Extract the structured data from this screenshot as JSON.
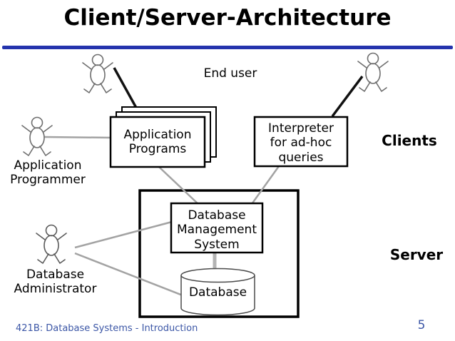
{
  "slide": {
    "title": "Client/Server-Architecture",
    "footer": "421B: Database Systems - Introduction",
    "page_number": "5",
    "colors": {
      "title_text": "#000000",
      "divider_blue": "#2433ad",
      "footer_blue": "#3b56a6",
      "connector_gray": "#a3a3a3",
      "connector_black": "#111111",
      "figure_gray": "#6e6e6e",
      "box_border": "#000000",
      "box_fill": "#ffffff"
    }
  },
  "diagram": {
    "actors": {
      "end_user": {
        "label": "End user"
      },
      "application_programmer": {
        "label": "Application\nProgrammer"
      },
      "database_administrator": {
        "label": "Database\nAdministrator"
      }
    },
    "nodes": {
      "application_programs": {
        "label": "Application\nPrograms",
        "shape": "stacked-rectangles"
      },
      "interpreter": {
        "label": "Interpreter\nfor ad-hoc\nqueries",
        "shape": "rectangle"
      },
      "dbms": {
        "label": "Database\nManagement\nSystem",
        "shape": "rectangle"
      },
      "database": {
        "label": "Database",
        "shape": "cylinder"
      }
    },
    "regions": {
      "clients": {
        "label": "Clients"
      },
      "server": {
        "label": "Server"
      }
    },
    "icons": [
      "end-user-left-person-icon",
      "end-user-right-person-icon",
      "application-programmer-person-icon",
      "database-administrator-person-icon",
      "database-cylinder-icon"
    ]
  }
}
